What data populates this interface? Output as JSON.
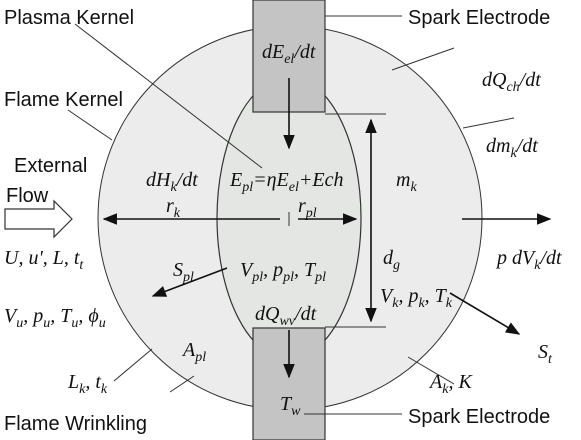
{
  "labels": {
    "plasma_kernel": "Plasma Kernel",
    "spark_electrode_top": "Spark Electrode",
    "spark_electrode_bottom": "Spark Electrode",
    "flame_kernel": "Flame Kernel",
    "external_flow_line1": "External",
    "external_flow_line2": "Flow",
    "flame_wrinkling": "Flame Wrinkling"
  },
  "symbols": {
    "dE_el_dt": "dEel/dt",
    "dQ_ch_dt": "dQch/dt",
    "dm_k_dt": "dmk/dt",
    "dH_k_dt": "dHk/dt",
    "E_pl_eq": "Epl=ηEel+Ech",
    "m_k": "mk",
    "r_k": "rk",
    "r_pl": "rpl",
    "d_g": "dg",
    "p_dV_k_dt": "p dVk/dt",
    "U_u_L_t": "U, u', L, tt",
    "S_pl": "Spl",
    "V_pl_p_pl_T_pl": "Vpl, ppl, Tpl",
    "V_k_p_k_T_k": "Vk, pk, Tk",
    "V_u_p_u_T_u_phi_u": "Vu, pu, Tu, ϕu",
    "dQ_wv_dt": "dQwv/dt",
    "A_pl": "Apl",
    "S_t": "St",
    "L_k_t_k": "Lk, tk",
    "A_k_K": "Ak, K",
    "T_w": "Tw"
  },
  "colors": {
    "flame_kernel_fill": "#ececec",
    "plasma_kernel_fill": "#e3e6e3",
    "electrode_fill": "#c4c4c4",
    "outline": "#333333",
    "arrow": "#111111"
  }
}
